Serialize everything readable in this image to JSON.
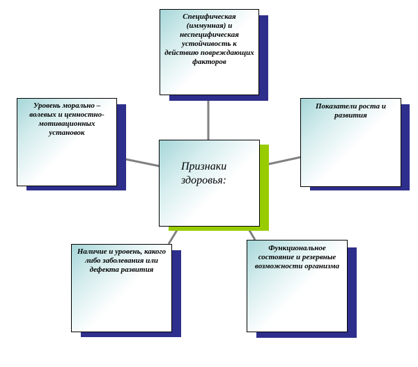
{
  "diagram": {
    "center": {
      "label": "Признаки\nздоровья:"
    },
    "nodes": [
      {
        "id": "top",
        "label": "Специфическая (иммунная) и неспецифическая устойчивость  к действию повреждающих факторов"
      },
      {
        "id": "left",
        "label": "Уровень морально – волевых и ценностно-мотивационных установок"
      },
      {
        "id": "right",
        "label": "Показатели роста и развития"
      },
      {
        "id": "bottom-left",
        "label": "Наличие и уровень, какого либо заболевания или дефекта развития"
      },
      {
        "id": "bottom-right",
        "label": "Функциональное состояние и резервные возможности организма"
      }
    ],
    "colors": {
      "shadow": "#2e2e8c",
      "center_shadow": "#99cc00",
      "connector": "#808080",
      "box_gradient_start": "#a6d6d8",
      "box_fill": "#ffffff"
    }
  }
}
